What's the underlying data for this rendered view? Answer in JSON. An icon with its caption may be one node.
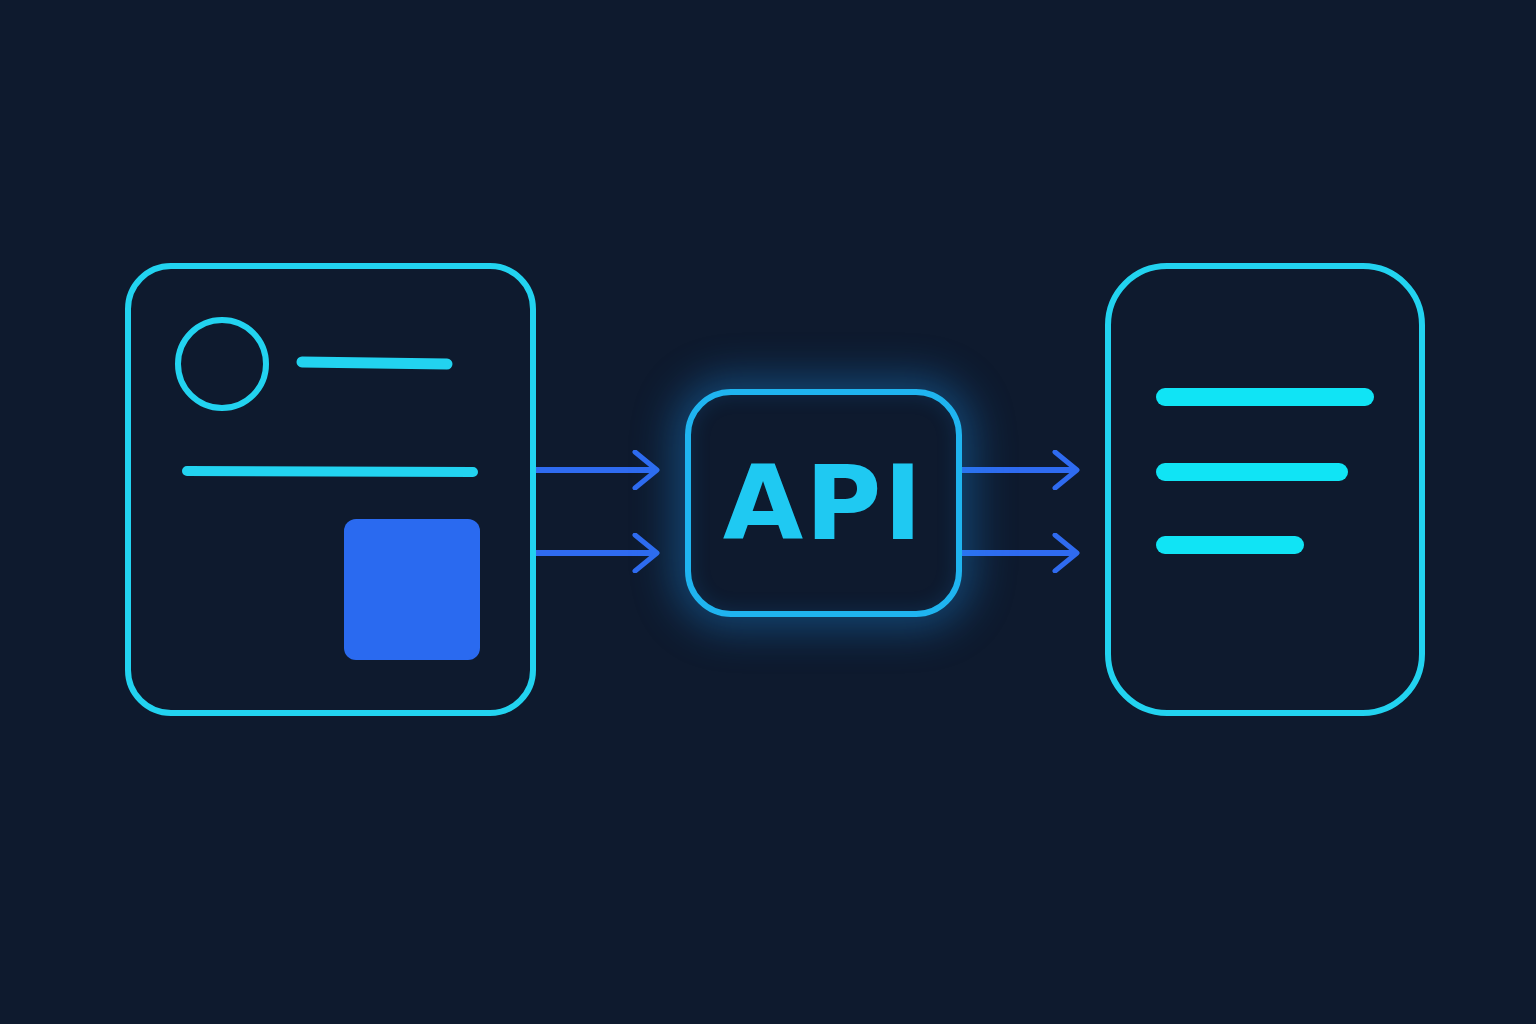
{
  "diagram": {
    "nodes": [
      {
        "text": [],
        "shape": "box"
      },
      {
        "text": [
          "API"
        ]
      },
      {
        "text": [],
        "shape": "box"
      }
    ],
    "edges": [
      {
        "from": 0,
        "to": 1,
        "arrow": "to"
      },
      {
        "from": 0,
        "to": 1,
        "arrow": "to"
      },
      {
        "from": 1,
        "to": 2,
        "arrow": "to"
      },
      {
        "from": 1,
        "to": 2,
        "arrow": "to"
      }
    ]
  }
}
